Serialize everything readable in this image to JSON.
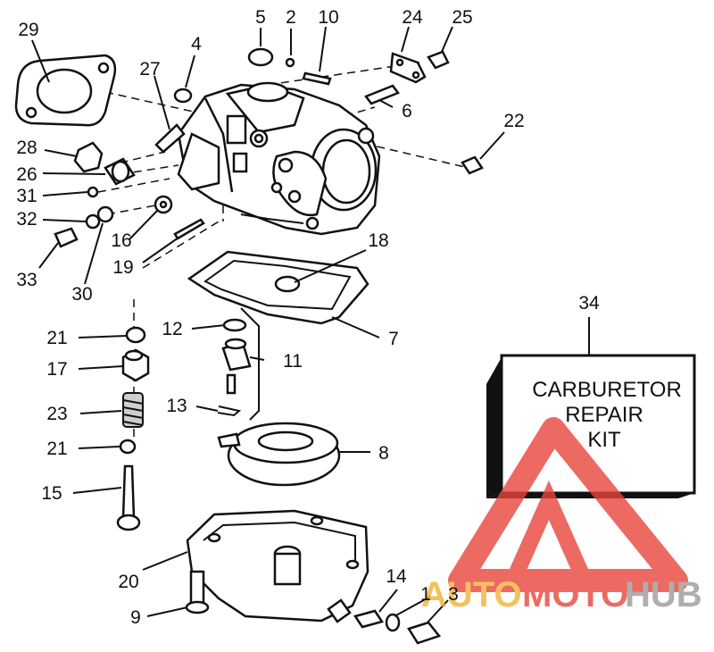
{
  "callouts": [
    "1",
    "2",
    "3",
    "4",
    "5",
    "6",
    "7",
    "8",
    "9",
    "10",
    "11",
    "12",
    "13",
    "14",
    "15",
    "16",
    "17",
    "18",
    "19",
    "20",
    "21",
    "21",
    "22",
    "23",
    "24",
    "25",
    "26",
    "27",
    "28",
    "29",
    "30",
    "31",
    "32",
    "33",
    "34"
  ],
  "kit_box": {
    "line1": "CARBURETOR",
    "line2": "REPAIR",
    "line3": "KIT"
  },
  "watermark": {
    "part1": "AUTO",
    "part2": "MOTO",
    "part3": "HUB"
  },
  "colors": {
    "ink": "#111111",
    "watermark_red": "#e8453c",
    "watermark_orange": "#f2b233",
    "watermark_gray": "#9b9b9b"
  }
}
